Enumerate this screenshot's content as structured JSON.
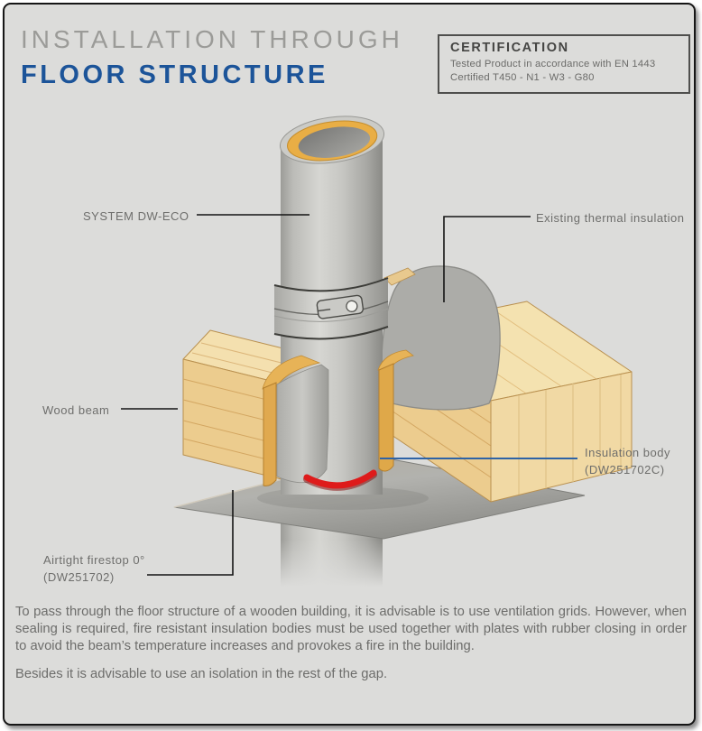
{
  "header": {
    "title_line1": "INSTALLATION THROUGH",
    "title_line2": "FLOOR STRUCTURE"
  },
  "certification": {
    "title": "CERTIFICATION",
    "line1": "Tested Product in accordance with EN 1443",
    "line2": "Certified T450 - N1 - W3 - G80"
  },
  "diagram": {
    "labels": {
      "system": "SYSTEM DW-ECO",
      "existing_insulation": "Existing thermal insulation",
      "wood_beam": "Wood beam",
      "insulation_body_line1": "Insulation body",
      "insulation_body_line2": "(DW251702C)",
      "airtight_line1": "Airtight firestop 0°",
      "airtight_line2": "(DW251702)"
    },
    "colors": {
      "accent_blue": "#1C5499",
      "title_gray": "#9B9B98",
      "label_gray": "#6E6E6C",
      "callout_blue": "#2E63A6",
      "page_background": "#DCDCDA",
      "wood": "#F2DDA9",
      "insulation_yellow": "#E2A94B",
      "rubber_ring_red": "#DE1B1B",
      "pipe_gray": "#C4C4C0"
    }
  },
  "body": {
    "paragraph1": "To pass through the floor structure of a wooden building, it is advisable is to use ventilation grids. However, when sealing is required, fire resistant insulation bodies must be used together with plates with rubber closing in order to avoid the beam’s temperature increases and provokes a fire in the building.",
    "paragraph2": "Besides it is advisable to use an isolation in the rest of the gap."
  }
}
